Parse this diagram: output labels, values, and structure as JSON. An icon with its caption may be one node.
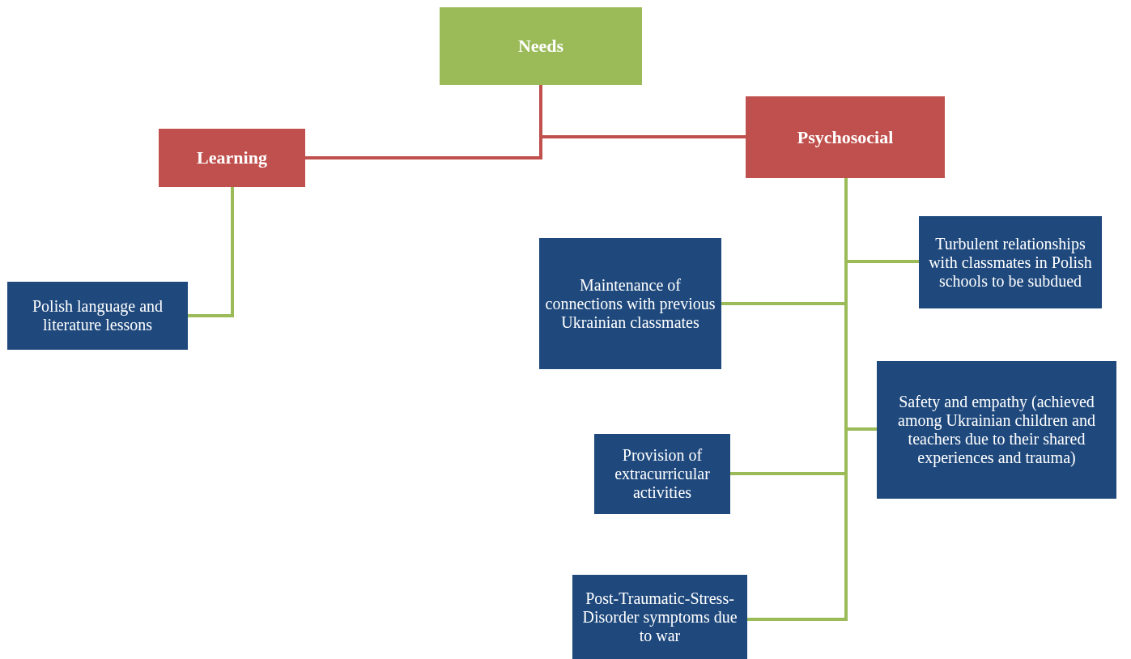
{
  "diagram": {
    "nodes": [
      {
        "text": [
          "Needs"
        ]
      },
      {
        "text": [
          "Learning"
        ]
      },
      {
        "text": [
          "Psychosocial"
        ]
      },
      {
        "text": [
          "Polish language and literature lessons"
        ]
      },
      {
        "text": [
          "Maintenance of connections with previous Ukrainian classmates"
        ]
      },
      {
        "text": [
          "Turbulent relationships with classmates in Polish schools to be subdued"
        ]
      },
      {
        "text": [
          "Safety and empathy (achieved among Ukrainian children and teachers due to their shared experiences and trauma)"
        ]
      },
      {
        "text": [
          "Provision of extracurricular activities"
        ]
      },
      {
        "text": [
          "Post-Traumatic-Stress-Disorder symptoms due to war"
        ]
      }
    ],
    "edges": [
      {
        "from": 0,
        "to": 1,
        "arrow": "none",
        "color": "#c0504d"
      },
      {
        "from": 0,
        "to": 2,
        "arrow": "none",
        "color": "#c0504d"
      },
      {
        "from": 1,
        "to": 3,
        "arrow": "none"
      },
      {
        "from": 2,
        "to": 4,
        "arrow": "none"
      },
      {
        "from": 2,
        "to": 5,
        "arrow": "none"
      },
      {
        "from": 2,
        "to": 6,
        "arrow": "none"
      },
      {
        "from": 2,
        "to": 7,
        "arrow": "none"
      },
      {
        "from": 2,
        "to": 8,
        "arrow": "none"
      }
    ]
  }
}
